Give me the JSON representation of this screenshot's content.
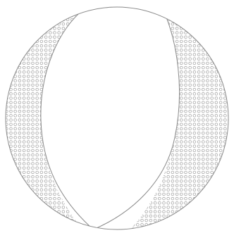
{
  "diagram": {
    "kind": "focal-mechanism-beachball",
    "outline_color": "#8a8a8a",
    "nodal_plane_color": "#8a8a8a",
    "dot_color": "#8a8a8a",
    "background_color": "#ffffff",
    "quadrant_fill_style": "dotted",
    "shaded_regions": [
      "left-crescent",
      "right-crescent"
    ],
    "nodal_plane_count": 2
  }
}
